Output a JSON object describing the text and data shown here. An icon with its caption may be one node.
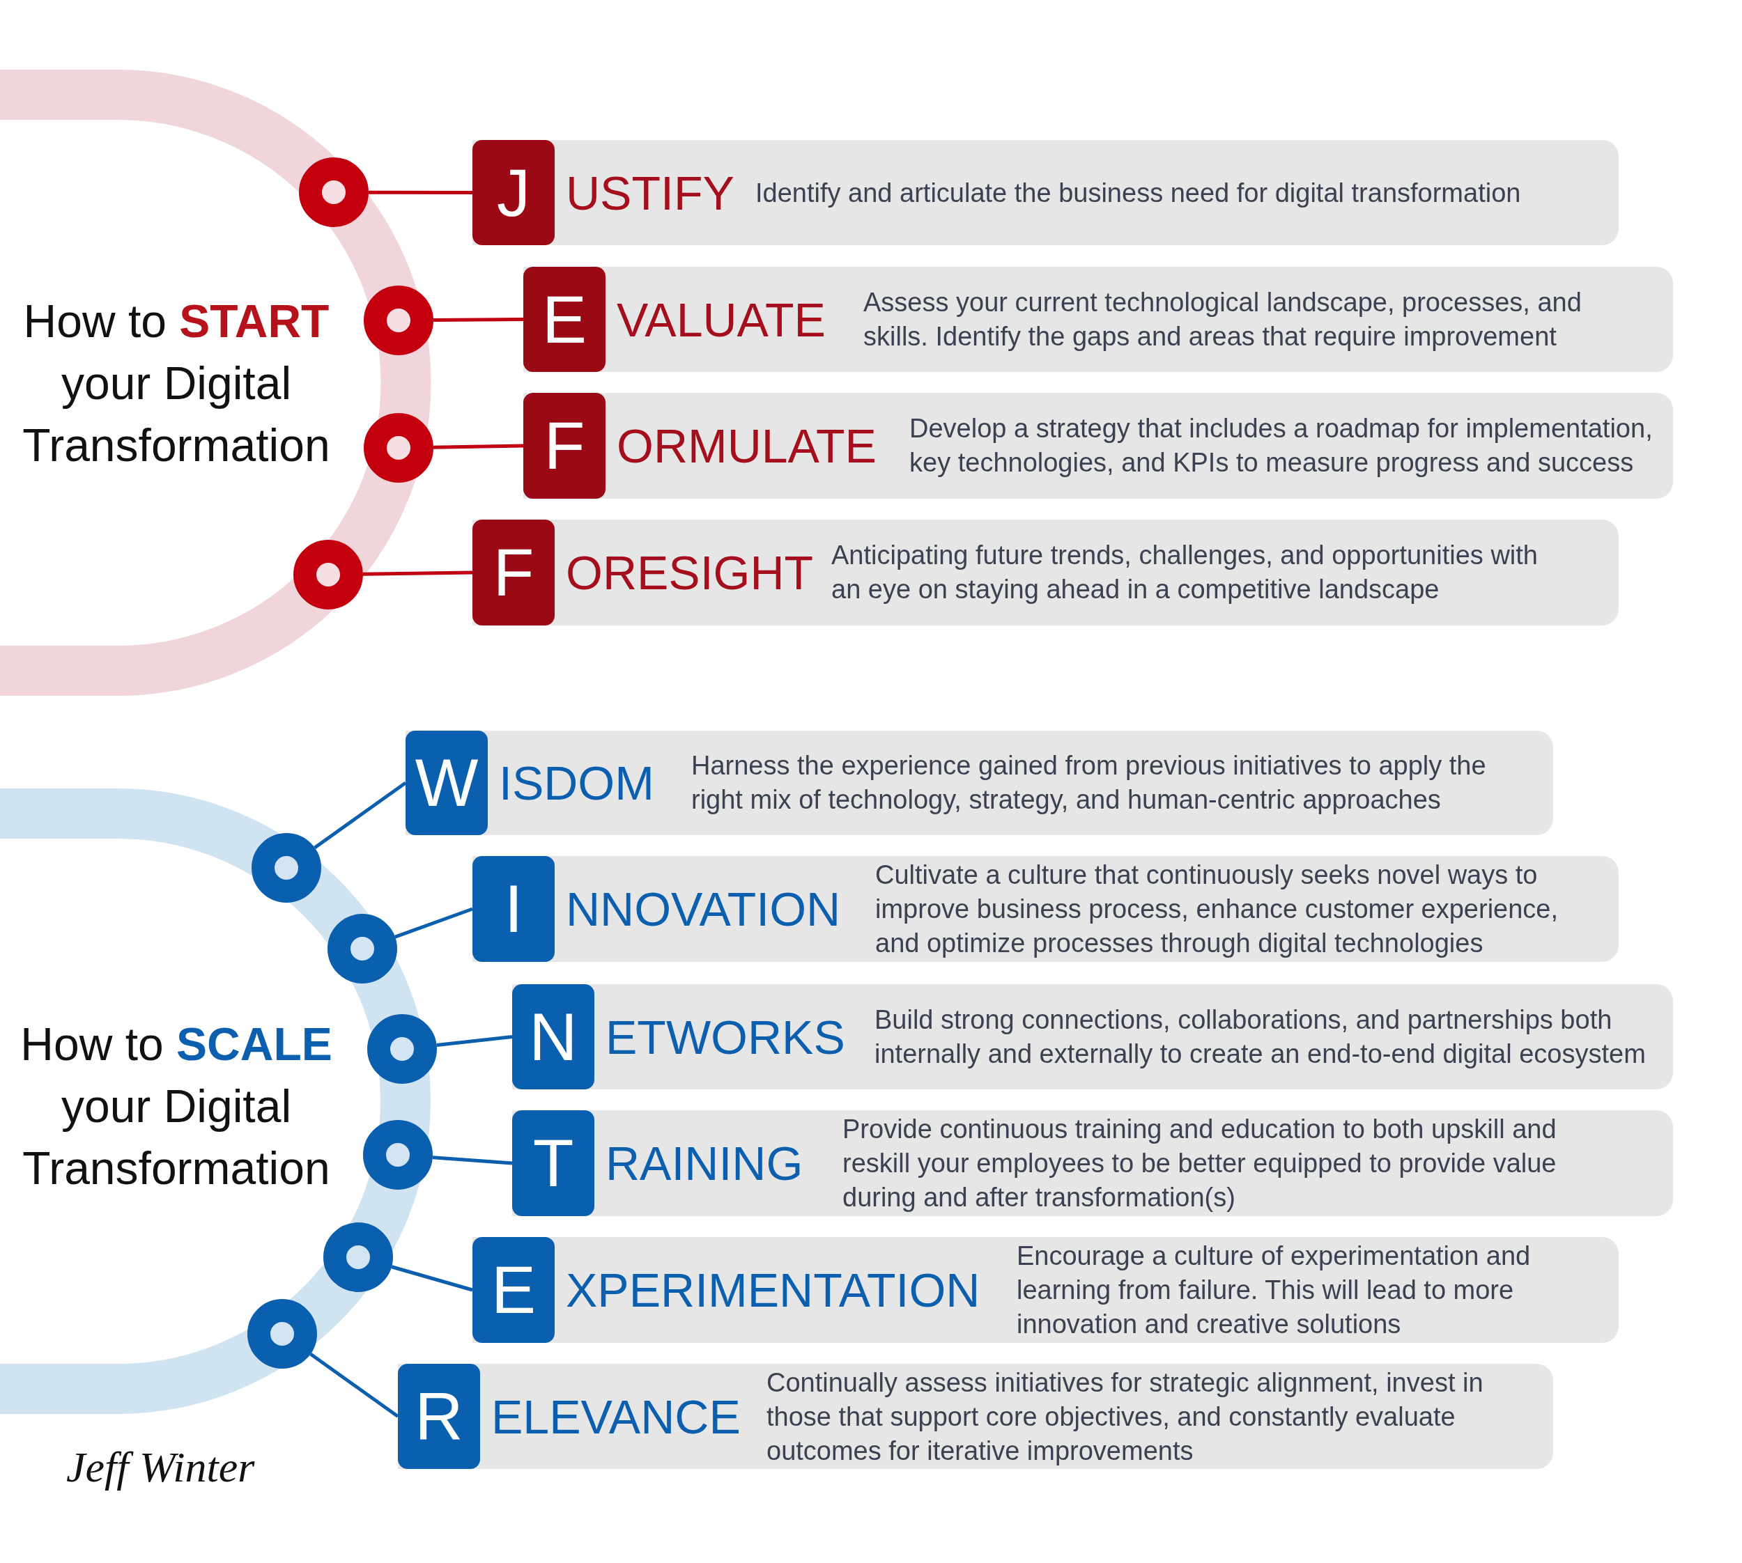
{
  "diagram": {
    "nodes": [
      {
        "text": [],
        "shape": "circle"
      },
      {
        "text": [
          "USTIFY",
          "Identify and articulate the business need for digital transformation"
        ]
      },
      {
        "text": [
          "J"
        ],
        "in": 1
      },
      {
        "text": [],
        "shape": "circle"
      },
      {
        "text": [
          "VALUATE",
          "Assess your current technological landscape, processes, and skills. Identify the gaps and areas that require improvement"
        ]
      },
      {
        "text": [
          "E"
        ],
        "in": 4
      },
      {
        "text": [],
        "shape": "circle"
      },
      {
        "text": [
          "ORMULATE",
          "Develop a strategy that includes a roadmap for implementation, key technologies, and KPIs to measure progress and success"
        ]
      },
      {
        "text": [
          "F"
        ],
        "in": 7
      },
      {
        "text": [],
        "shape": "circle"
      },
      {
        "text": [
          "ORESIGHT",
          "Anticipating future trends, challenges, and opportunities with an eye on staying ahead in a competitive landscape"
        ]
      },
      {
        "text": [
          "F"
        ],
        "in": 10
      },
      {
        "text": [],
        "shape": "circle"
      },
      {
        "text": [
          "ISDOM",
          "Harness the experience gained from previous initiatives to apply the right mix of technology, strategy, and human-centric approaches"
        ]
      },
      {
        "text": [
          "W"
        ],
        "in": 13
      },
      {
        "text": [],
        "shape": "circle"
      },
      {
        "text": [
          "NNOVATION",
          "Cultivate a culture that continuously seeks novel ways to improve business process, enhance customer experience, and optimize processes through digital technologies"
        ]
      },
      {
        "text": [
          "I"
        ],
        "in": 16
      },
      {
        "text": [],
        "shape": "circle"
      },
      {
        "text": [
          "ETWORKS",
          "Build strong connections, collaborations, and partnerships both internally and externally to create an end-to-end digital ecosystem"
        ]
      },
      {
        "text": [
          "N"
        ],
        "in": 19
      },
      {
        "text": [],
        "shape": "circle"
      },
      {
        "text": [
          "RAINING",
          "Provide continuous training and education to both upskill and reskill your employees to be better equipped to provide value during and after transformation(s)"
        ]
      },
      {
        "text": [
          "T"
        ],
        "in": 22
      },
      {
        "text": [],
        "shape": "circle"
      },
      {
        "text": [
          "XPERIMENTATION",
          "Encourage a culture of experimentation and learning from failure. This will lead to more innovation and creative solutions"
        ]
      },
      {
        "text": [
          "E"
        ],
        "in": 25
      },
      {
        "text": [],
        "shape": "circle"
      },
      {
        "text": [
          "ELEVANCE",
          "Continually assess initiatives for strategic alignment, invest in those that support core objectives, and constantly evaluate outcomes for iterative improvements"
        ]
      },
      {
        "text": [
          "R"
        ],
        "in": 28
      }
    ],
    "edges": [
      {
        "from": 0,
        "to": 2,
        "arrow": "none",
        "color": "#c00010"
      },
      {
        "from": 3,
        "to": 5,
        "arrow": "none",
        "color": "#c00010"
      },
      {
        "from": 6,
        "to": 8,
        "arrow": "none",
        "color": "#c00010"
      },
      {
        "from": 9,
        "to": 11,
        "arrow": "none",
        "color": "#c00010"
      },
      {
        "from": 12,
        "to": 14,
        "arrow": "none"
      },
      {
        "from": 15,
        "to": 17,
        "arrow": "none"
      },
      {
        "from": 18,
        "to": 20,
        "arrow": "none"
      },
      {
        "from": 21,
        "to": 23,
        "arrow": "none"
      },
      {
        "from": 24,
        "to": 26,
        "arrow": "none"
      },
      {
        "from": 27,
        "to": 29,
        "arrow": "none"
      }
    ],
    "labels": [
      "How to **START** your Digital Transformation",
      "How to **SCALE** your Digital Transformation",
      "Jeff Winter"
    ]
  }
}
